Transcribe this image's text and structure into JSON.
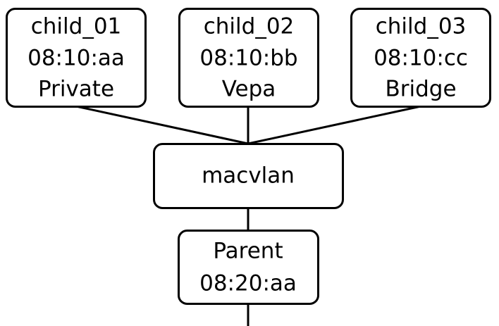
{
  "children": [
    {
      "name": "child_01",
      "mac": "08:10:aa",
      "mode": "Private"
    },
    {
      "name": "child_02",
      "mac": "08:10:bb",
      "mode": "Vepa"
    },
    {
      "name": "child_03",
      "mac": "08:10:cc",
      "mode": "Bridge"
    }
  ],
  "macvlan": {
    "label": "macvlan"
  },
  "parent": {
    "name": "Parent",
    "mac": "08:20:aa"
  }
}
